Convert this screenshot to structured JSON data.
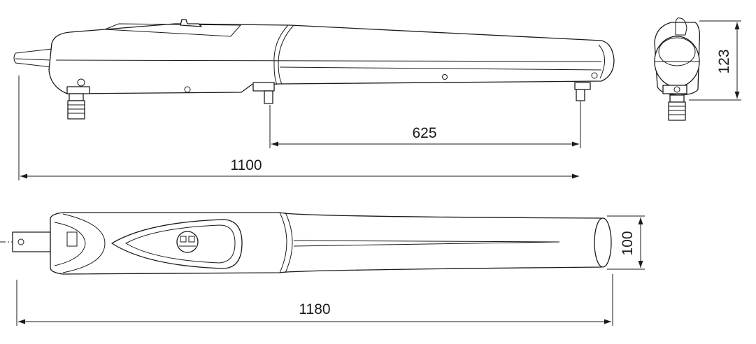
{
  "dimensions": {
    "stroke_625": "625",
    "length_1100": "1100",
    "length_1180": "1180",
    "height_123": "123",
    "width_100": "100"
  },
  "colors": {
    "line": "#1a1a1a",
    "background": "#ffffff"
  }
}
